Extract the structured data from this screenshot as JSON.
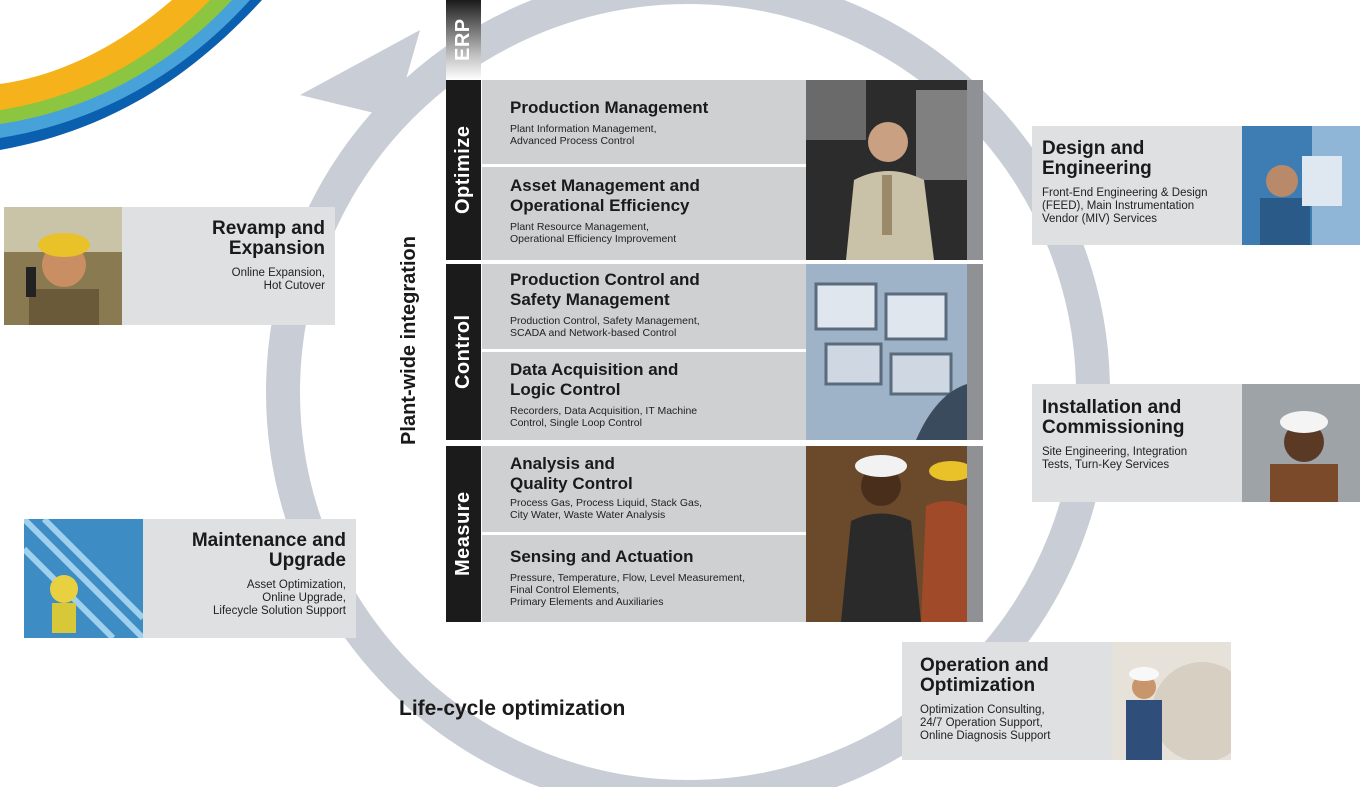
{
  "colors": {
    "ring": "#c9cdd6",
    "card_bg": "#dfe0e2",
    "cell_bg": "#cfd0d2",
    "label_bg": "#1b1b1b",
    "stripe": "#8f9194"
  },
  "labels": {
    "plant_wide": "Plant-wide integration",
    "life_cycle": "Life-cycle optimization"
  },
  "bands": {
    "erp": "ERP",
    "optimize": "Optimize",
    "control": "Control",
    "measure": "Measure"
  },
  "cells": [
    {
      "title_lines": [
        "Production Management"
      ],
      "desc_lines": [
        "Plant Information Management,",
        "Advanced Process Control"
      ]
    },
    {
      "title_lines": [
        "Asset Management and",
        "Operational Efficiency"
      ],
      "desc_lines": [
        "Plant Resource Management,",
        "Operational Efficiency Improvement"
      ]
    },
    {
      "title_lines": [
        "Production Control and",
        "Safety Management"
      ],
      "desc_lines": [
        "Production Control, Safety Management,",
        "SCADA and Network-based Control"
      ]
    },
    {
      "title_lines": [
        "Data Acquisition and",
        "Logic Control"
      ],
      "desc_lines": [
        "Recorders, Data Acquisition, IT Machine",
        "Control, Single Loop Control"
      ]
    },
    {
      "title_lines": [
        "Analysis and",
        "Quality Control"
      ],
      "desc_lines": [
        "Process Gas, Process Liquid, Stack Gas,",
        "City Water, Waste Water Analysis"
      ]
    },
    {
      "title_lines": [
        "Sensing and Actuation"
      ],
      "desc_lines": [
        "Pressure, Temperature, Flow, Level Measurement,",
        "Final Control Elements,",
        "Primary Elements and Auxiliaries"
      ]
    }
  ],
  "services": {
    "revamp": {
      "title_lines": [
        "Revamp and",
        "Expansion"
      ],
      "desc_lines": [
        "Online Expansion,",
        "Hot Cutover"
      ]
    },
    "maintenance": {
      "title_lines": [
        "Maintenance and",
        "Upgrade"
      ],
      "desc_lines": [
        "Asset Optimization,",
        "Online Upgrade,",
        "Lifecycle Solution Support"
      ]
    },
    "design": {
      "title_lines": [
        "Design and",
        "Engineering"
      ],
      "desc_lines": [
        "Front-End Engineering & Design",
        "(FEED), Main Instrumentation",
        "Vendor (MIV) Services"
      ]
    },
    "installation": {
      "title_lines": [
        "Installation and",
        "Commissioning"
      ],
      "desc_lines": [
        "Site Engineering, Integration",
        "Tests, Turn-Key Services"
      ]
    },
    "operation": {
      "title_lines": [
        "Operation and",
        "Optimization"
      ],
      "desc_lines": [
        "Optimization Consulting,",
        "24/7 Operation Support,",
        "Online Diagnosis Support"
      ]
    }
  },
  "icons": [
    "business-man-phone-photo",
    "control-room-monitors-photo",
    "workers-handshake-photo",
    "worker-radio-photo",
    "maintenance-worker-photo",
    "engineers-photo",
    "installation-worker-photo",
    "operation-worker-photo"
  ]
}
